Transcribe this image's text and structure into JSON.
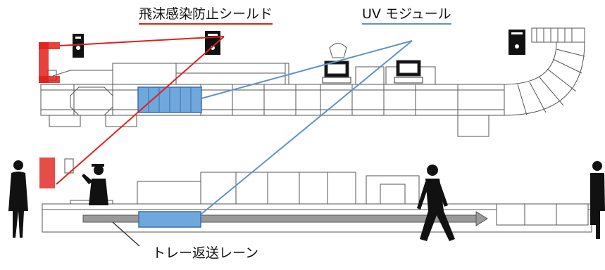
{
  "labels": {
    "shield": "飛沫感染防止シールド",
    "uv_module": "UV モジュール",
    "return_lane": "トレー返送レーン"
  },
  "colors": {
    "shield_red": "#e0201b",
    "uv_blue": "#5e93c9",
    "uv_fill": "#6fa8dc",
    "outline": "#555555"
  }
}
